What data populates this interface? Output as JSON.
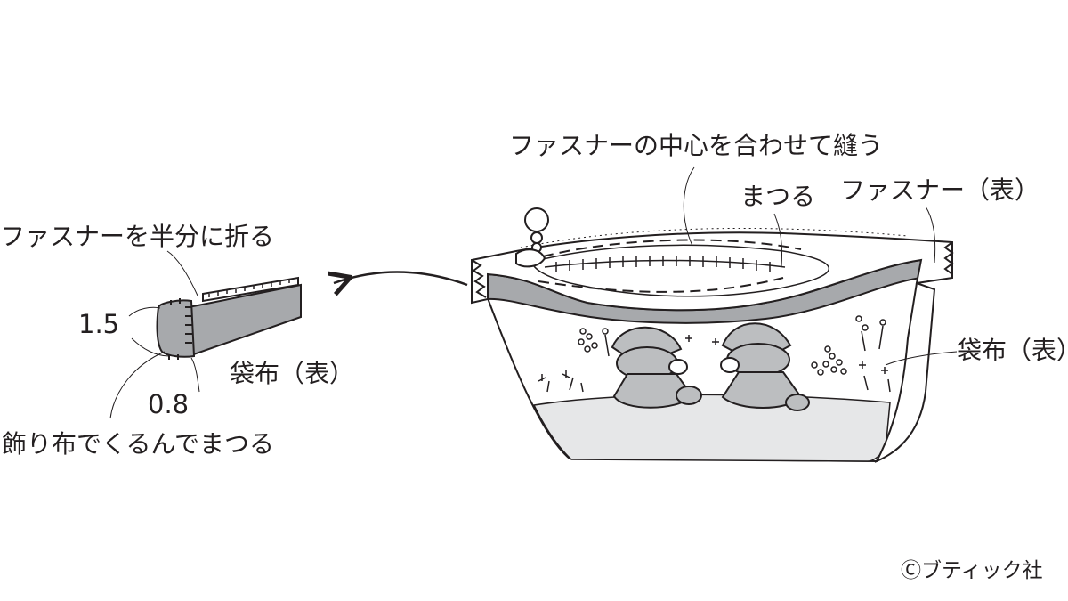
{
  "labels": {
    "zipper_center": "ファスナーの中心を合わせて縫う",
    "whipstitch_top": "まつる",
    "zipper_face": "ファスナー（表）",
    "fold_zipper_half": "ファスナーを半分に折る",
    "bag_fabric_detail": "袋布（表）",
    "bag_fabric_main": "袋布（表）",
    "wrap_trim": "飾り布でくるんでまつる"
  },
  "dimensions": {
    "top": "1.5",
    "bottom": "0.8"
  },
  "credit": "Ⓒブティック社",
  "colors": {
    "line": "#231f20",
    "fabric_gray": "#a7a9ac",
    "ground_gray": "#e6e7e8",
    "figure_gray": "#bcbec0"
  }
}
